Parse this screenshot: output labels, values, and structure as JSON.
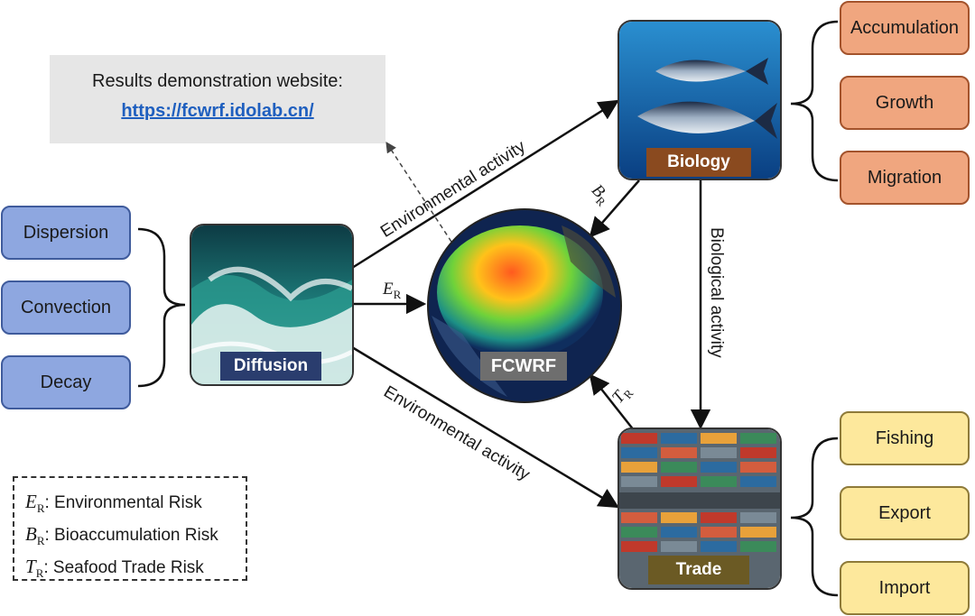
{
  "website": {
    "caption": "Results demonstration website:",
    "url": "https://fcwrf.idolab.cn/"
  },
  "nodes": {
    "center": "FCWRF",
    "diffusion": "Diffusion",
    "biology": "Biology",
    "trade": "Trade"
  },
  "diffusion_items": [
    "Dispersion",
    "Convection",
    "Decay"
  ],
  "biology_items": [
    "Accumulation",
    "Growth",
    "Migration"
  ],
  "trade_items": [
    "Fishing",
    "Export",
    "Import"
  ],
  "edges": {
    "env_activity_top": "Environmental activity",
    "env_activity_bottom": "Environmental activity",
    "bio_activity": "Biological activity",
    "er_sym": "E",
    "er_sub": "R",
    "br_sym": "B",
    "br_sub": "R",
    "tr_sym": "T",
    "tr_sub": "R"
  },
  "legend": [
    {
      "sym": "E",
      "sub": "R",
      "text": ": Environmental Risk"
    },
    {
      "sym": "B",
      "sub": "R",
      "text": ": Bioaccumulation Risk"
    },
    {
      "sym": "T",
      "sub": "R",
      "text": ": Seafood Trade Risk"
    }
  ],
  "colors": {
    "diffusion_items": "#8ea7e0",
    "biology_items": "#f0a67f",
    "trade_items": "#fde89c",
    "url": "#1f5fbf",
    "diffusion_label": "#2a3d6e",
    "biology_label": "#8a4a1f",
    "trade_label": "#6b5a24"
  }
}
